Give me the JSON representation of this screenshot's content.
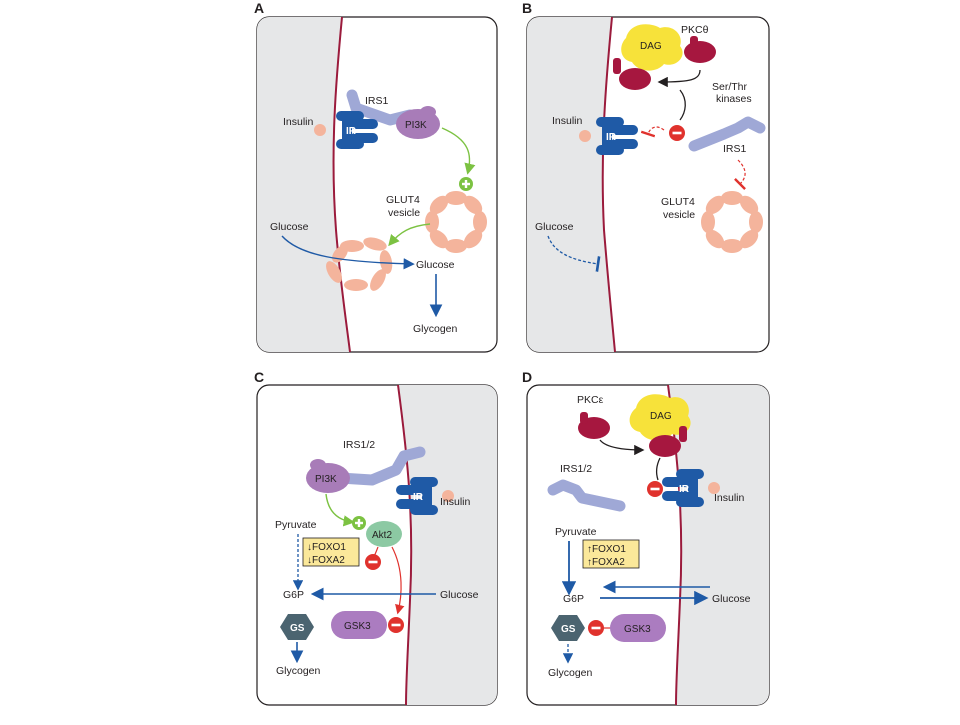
{
  "panels": {
    "A": {
      "letter": "A",
      "insulin": "Insulin",
      "ir": "IR",
      "irs": "IRS1",
      "pi3k": "PI3K",
      "glut4_line1": "GLUT4",
      "glut4_line2": "vesicle",
      "glucose_out": "Glucose",
      "glucose_in": "Glucose",
      "glycogen": "Glycogen"
    },
    "B": {
      "letter": "B",
      "dag": "DAG",
      "pkc": "PKCθ",
      "kinases_line1": "Ser/Thr",
      "kinases_line2": "kinases",
      "insulin": "Insulin",
      "ir": "IR",
      "irs": "IRS1",
      "glut4_line1": "GLUT4",
      "glut4_line2": "vesicle",
      "glucose": "Glucose"
    },
    "C": {
      "letter": "C",
      "irs": "IRS1/2",
      "pi3k": "PI3K",
      "ir": "IR",
      "insulin": "Insulin",
      "pyruvate": "Pyruvate",
      "akt2": "Akt2",
      "foxo1": "↓FOXO1",
      "foxa2": "↓FOXA2",
      "g6p": "G6P",
      "glucose": "Glucose",
      "gs": "GS",
      "gsk3": "GSK3",
      "glycogen": "Glycogen"
    },
    "D": {
      "letter": "D",
      "pkc": "PKCε",
      "dag": "DAG",
      "irs": "IRS1/2",
      "ir": "IR",
      "insulin": "Insulin",
      "pyruvate": "Pyruvate",
      "foxo1": "↑FOXO1",
      "foxa2": "↑FOXA2",
      "g6p": "G6P",
      "glucose": "Glucose",
      "gs": "GS",
      "gsk3": "GSK3",
      "glycogen": "Glycogen"
    }
  },
  "colors": {
    "membrane": "#9b1b3c",
    "ir_blue": "#1f5aa6",
    "irs_lavender": "#9fa8d6",
    "pi3k_purple": "#a87cb8",
    "glut4_peach": "#f4b49c",
    "green_arrow": "#7cc242",
    "inhibit_red": "#e0322d",
    "dag_yellow": "#f7e23a",
    "pkc_crimson": "#a6173f",
    "akt2_green": "#8cc9a3",
    "foxo_box": "#fbe89a",
    "gs_slate": "#4b6470",
    "gsk3_purple": "#ab7cc0",
    "outside_gray": "#e6e7e8"
  }
}
